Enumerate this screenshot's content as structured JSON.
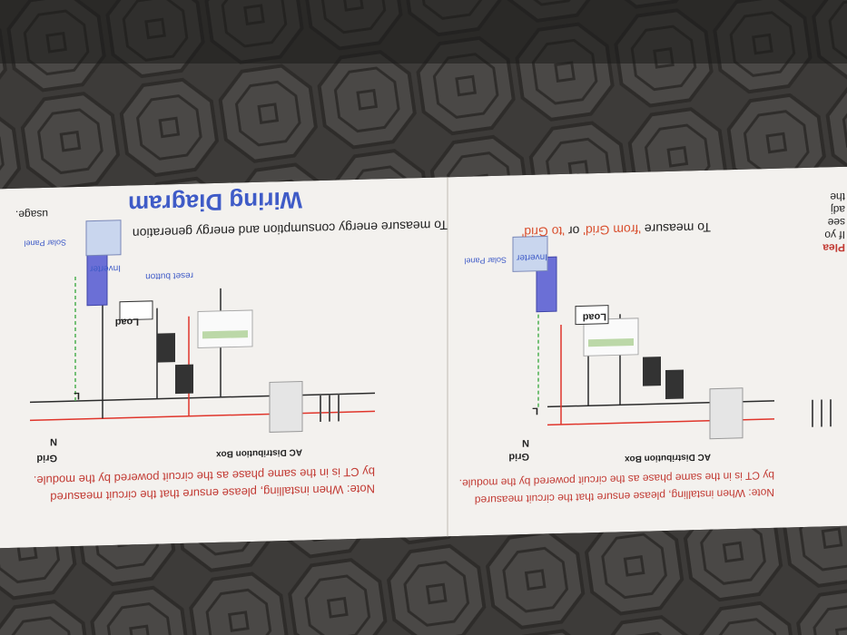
{
  "sheet": {
    "title": "Wiring Diagram",
    "left_fragment_top": "usage.",
    "edge_fragments": [
      "Plea",
      "If yo",
      "see",
      "adj",
      "the"
    ],
    "colors": {
      "title": "#3f5bc7",
      "note": "#c23b34",
      "from_grid": "#d9502f",
      "live_wire": "#e0352b",
      "neutral_wire": "#2b2b2b",
      "pv_wire": "#4caf50",
      "inverter": "#6b6fd6",
      "paper": "#f3f1ee"
    }
  },
  "panel_primary": {
    "subtitle": "To measure energy consumption and energy generation",
    "labels": {
      "solar_panel": "Solar Panel",
      "inverter": "Inverter",
      "reset_button": "reset button",
      "load": "Load",
      "grid": "Grid",
      "ac_distribution_box": "AC Distribution Box",
      "live": "L",
      "neutral": "N"
    },
    "note_line_1": "Note: When installing, please ensure that the circuit measured",
    "note_line_2": "by CT is in the same phase as the circuit powered by the module."
  },
  "panel_secondary": {
    "subtitle_prefix": "To measure ",
    "subtitle_highlight": "'from Grid'",
    "subtitle_mid": " or ",
    "subtitle_highlight_2": "'to Grid'",
    "labels": {
      "solar_panel": "Solar Panel",
      "inverter": "Inverter",
      "load": "Load",
      "grid": "Grid",
      "ac_distribution_box": "AC Distribution Box",
      "live": "L",
      "neutral": "N"
    },
    "note_line_1": "Note: When installing, please ensure that the circuit measured",
    "note_line_2": "by CT is in the same phase as the circuit powered by the module."
  }
}
